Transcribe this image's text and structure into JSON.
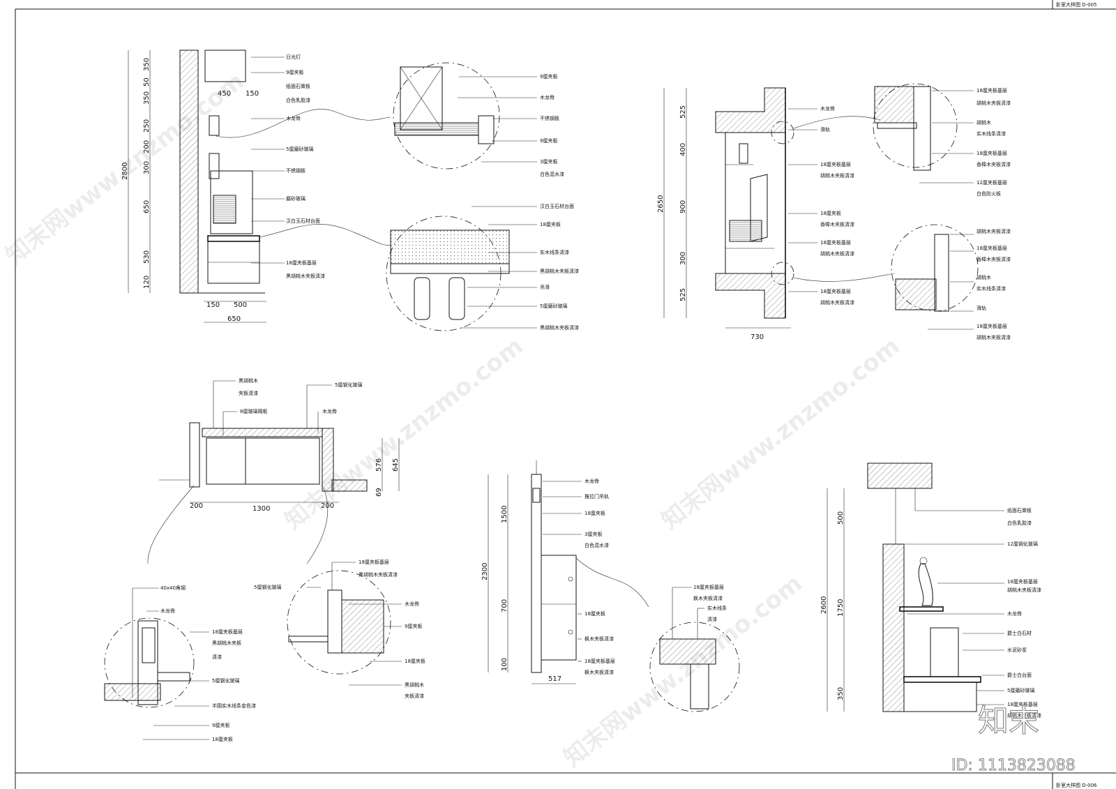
{
  "sheet": {
    "top_title": "卧室大样图 D-005",
    "bottom_title": "卧室大样图 D-006",
    "watermark": "知末网www.znzmo.com",
    "logo": "知末",
    "id_label": "ID: 1113823088"
  },
  "d1": {
    "dims_v": [
      "350",
      "50",
      "350",
      "250",
      "200",
      "300",
      "650",
      "530",
      "120"
    ],
    "total": "2800",
    "dims_top": [
      "450",
      "150"
    ],
    "dims_bot": [
      "150",
      "500"
    ],
    "dim_total": "650",
    "labels": [
      "日光灯",
      "9厘夹板",
      "纸面石膏板",
      "白色乳胶漆",
      "木龙骨",
      "5厘磨砂玻璃",
      "不锈钢板",
      "磨砂玻璃",
      "汉白玉石材台面",
      "18厘夹板基层",
      "黑胡桃木夹板清漆"
    ]
  },
  "d1a": {
    "labels": [
      "9厘夹板",
      "木龙骨",
      "不锈钢板",
      "9厘夹板",
      "3厘夹板",
      "白色混水漆"
    ]
  },
  "d1b": {
    "labels": [
      "汉白玉石材台面",
      "18厘夹板",
      "实木线条清漆",
      "黑胡桃木夹板清漆",
      "吊滑",
      "5厘磨砂玻璃",
      "黑胡桃木夹板清漆"
    ]
  },
  "d2": {
    "dims_v": [
      "525",
      "400",
      "900",
      "300",
      "525"
    ],
    "total": "2650",
    "dim_w": "730",
    "labels": [
      "木龙骨",
      "滑轨",
      "18厘夹板基层",
      "胡桃木夹板清漆",
      "18厘夹板",
      "香樟木夹板清漆",
      "18厘夹板基层",
      "胡桃木夹板清漆",
      "18厘夹板基层",
      "胡桃木夹板清漆"
    ]
  },
  "d2a": {
    "labels": [
      "18厘夹板基层",
      "胡桃木夹板清漆",
      "胡桃木",
      "实木线条清漆",
      "18厘夹板基层",
      "香樟木夹板清漆",
      "12厘夹板基层",
      "白色防火板"
    ]
  },
  "d2b": {
    "labels": [
      "胡桃木夹板清漆",
      "18厘夹板基层",
      "香樟木夹板清漆",
      "胡桃木",
      "实木线条清漆",
      "滑轨",
      "18厘夹板基层",
      "胡桃木夹板清漆"
    ]
  },
  "d3": {
    "labels": [
      "黑胡桃木",
      "夹板清漆",
      "5厘钢化玻璃",
      "8厘玻璃隔板",
      "木龙骨"
    ],
    "dims_h": [
      "200",
      "1300",
      "200"
    ],
    "dims_v": [
      "576",
      "645",
      "69"
    ]
  },
  "d3a": {
    "labels": [
      "40x40角钢",
      "木龙骨",
      "18厘夹板基层",
      "黑胡桃木夹板",
      "清漆",
      "5厘钢化玻璃",
      "半圆实木线条金色漆",
      "9厘夹板",
      "18厘夹板"
    ]
  },
  "d3b": {
    "labels": [
      "5厘钢化玻璃",
      "18厘夹板基层",
      "黑胡桃木夹板清漆",
      "木龙骨",
      "9厘夹板",
      "18厘夹板",
      "黑胡桃木",
      "夹板清漆"
    ]
  },
  "d4": {
    "dims_v": [
      "1500",
      "700",
      "100"
    ],
    "total": "2300",
    "dim_w": "517",
    "labels": [
      "木龙骨",
      "推拉门吊轨",
      "18厘夹板",
      "3厘夹板",
      "白色混水漆",
      "18厘夹板",
      "枫木夹板清漆",
      "18厘夹板基层",
      "枫木夹板清漆"
    ]
  },
  "d4a": {
    "labels": [
      "18厘夹板基层",
      "枫木夹板清漆",
      "实木线条",
      "清漆"
    ]
  },
  "d5": {
    "dims_v": [
      "500",
      "1750",
      "350"
    ],
    "total": "2600",
    "labels": [
      "纸面石膏板",
      "白色乳胶漆",
      "12厘钢化玻璃",
      "18厘夹板基层",
      "胡桃木夹板清漆",
      "木龙骨",
      "爵士白石材",
      "水泥砂浆",
      "爵士白台面",
      "5厘磨砂玻璃",
      "18厘夹板基层",
      "胡桃木夹板清漆"
    ]
  }
}
